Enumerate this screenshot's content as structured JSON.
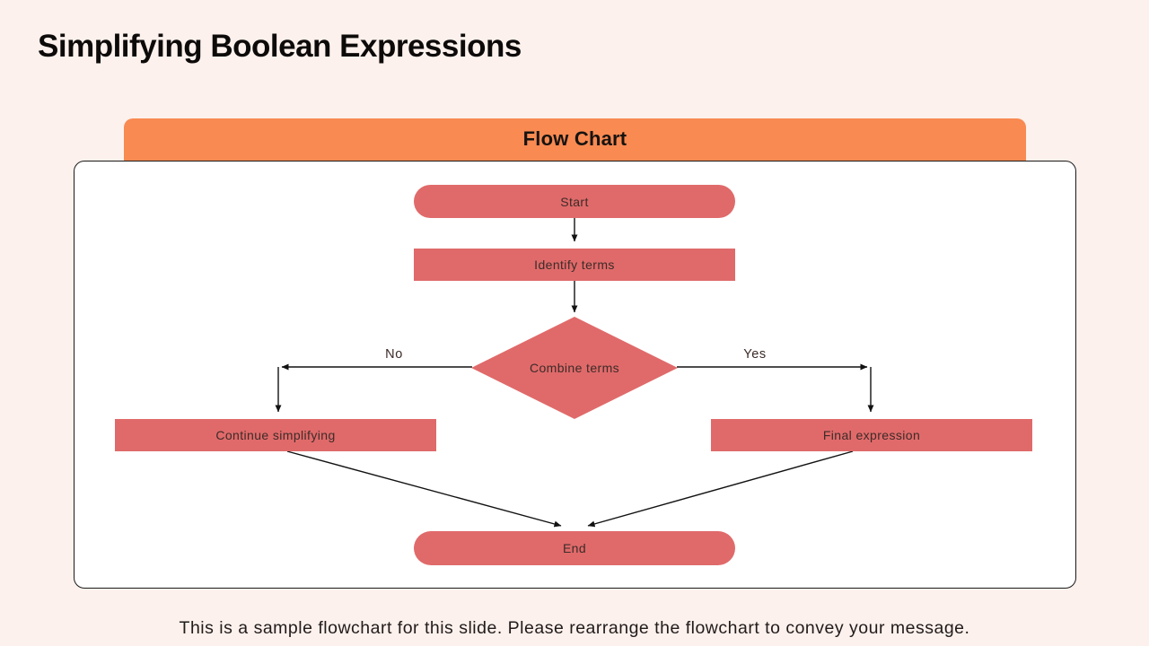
{
  "slide": {
    "title": "Simplifying Boolean Expressions",
    "caption": "This is a sample flowchart for this slide. Please rearrange the flowchart to convey your message."
  },
  "banner": {
    "title": "Flow Chart"
  },
  "flowchart": {
    "nodes": [
      {
        "id": "start",
        "type": "terminator",
        "label": "Start"
      },
      {
        "id": "identify",
        "type": "process",
        "label": "Identify terms"
      },
      {
        "id": "combine",
        "type": "decision",
        "label": "Combine terms"
      },
      {
        "id": "continue",
        "type": "process",
        "label": "Continue simplifying"
      },
      {
        "id": "final",
        "type": "process",
        "label": "Final expression"
      },
      {
        "id": "end",
        "type": "terminator",
        "label": "End"
      }
    ],
    "edges": [
      {
        "from": "start",
        "to": "identify",
        "label": ""
      },
      {
        "from": "identify",
        "to": "combine",
        "label": ""
      },
      {
        "from": "combine",
        "to": "continue",
        "label": "No"
      },
      {
        "from": "combine",
        "to": "final",
        "label": "Yes"
      },
      {
        "from": "continue",
        "to": "end",
        "label": ""
      },
      {
        "from": "final",
        "to": "end",
        "label": ""
      }
    ],
    "edge_labels": {
      "no": "No",
      "yes": "Yes"
    }
  },
  "colors": {
    "bg": "#fcf1ec",
    "banner": "#f88a52",
    "node": "#e06a6a",
    "panel": "#ffffff",
    "panel_border": "#1a1a1a",
    "arrow": "#121212",
    "node_text": "#3c2b28",
    "title_text": "#0d0a0a"
  }
}
